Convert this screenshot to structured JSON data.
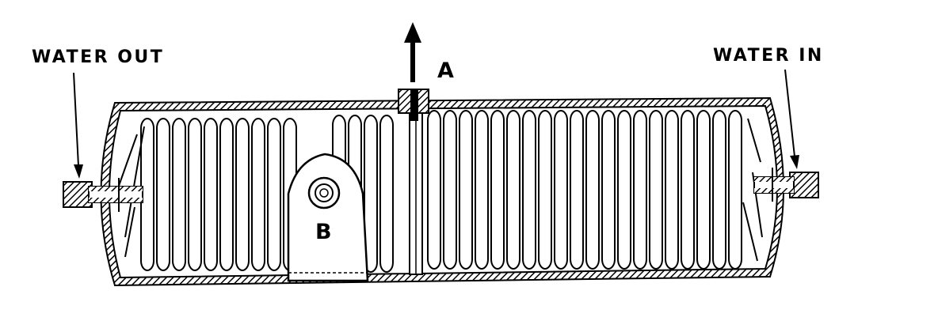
{
  "labels": {
    "water_out": "WATER OUT",
    "water_in": "WATER IN",
    "point_a": "A",
    "point_b": "B"
  },
  "colors": {
    "ink": "#000000",
    "paper": "#ffffff"
  }
}
